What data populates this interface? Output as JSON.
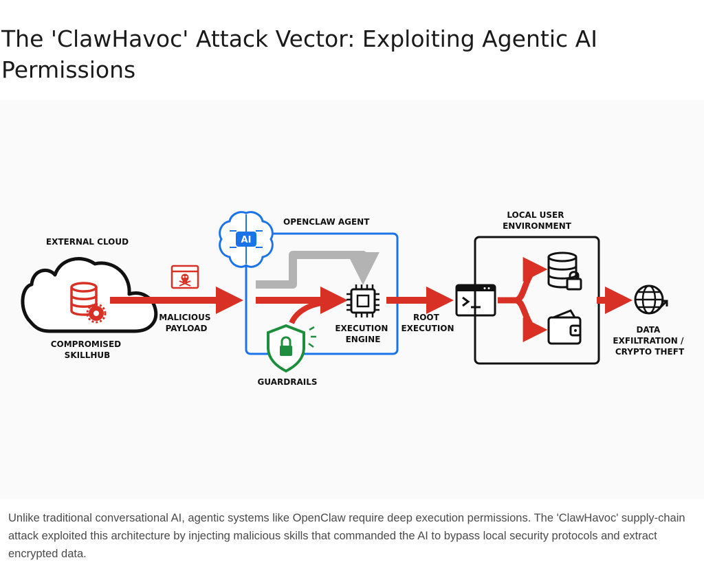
{
  "title": "The 'ClawHavoc' Attack Vector: Exploiting Agentic AI Permissions",
  "diagram": {
    "external_cloud": "EXTERNAL CLOUD",
    "compromised_skillhub": [
      "COMPROMISED",
      "SKILLHUB"
    ],
    "malicious_payload": [
      "MALICIOUS",
      "PAYLOAD"
    ],
    "openclaw_agent": "OPENCLAW AGENT",
    "ai_badge": "AI",
    "execution_engine": [
      "EXECUTION",
      "ENGINE"
    ],
    "guardrails": "GUARDRAILS",
    "root_execution": [
      "ROOT",
      "EXECUTION"
    ],
    "local_user_environment": [
      "LOCAL USER",
      "ENVIRONMENT"
    ],
    "data_exfiltration": [
      "DATA",
      "EXFILTRATION /",
      "CRYPTO THEFT"
    ],
    "icons": [
      "cloud-icon",
      "database-icon",
      "gear-icon",
      "skull-icon",
      "brain-icon",
      "cpu-chip-icon",
      "shield-lock-icon",
      "terminal-icon",
      "database-lock-icon",
      "wallet-icon",
      "globe-icon"
    ],
    "colors": {
      "attack_red": "#d93025",
      "agent_blue": "#1a73e8",
      "guardrail_green": "#1e8e3e",
      "bypass_gray": "#b3b3b3"
    }
  },
  "caption": "Unlike traditional conversational AI, agentic systems like OpenClaw require deep execution permissions. The 'ClawHavoc' supply-chain attack exploited this architecture by injecting malicious skills that commanded the AI to bypass local security protocols and extract encrypted data."
}
